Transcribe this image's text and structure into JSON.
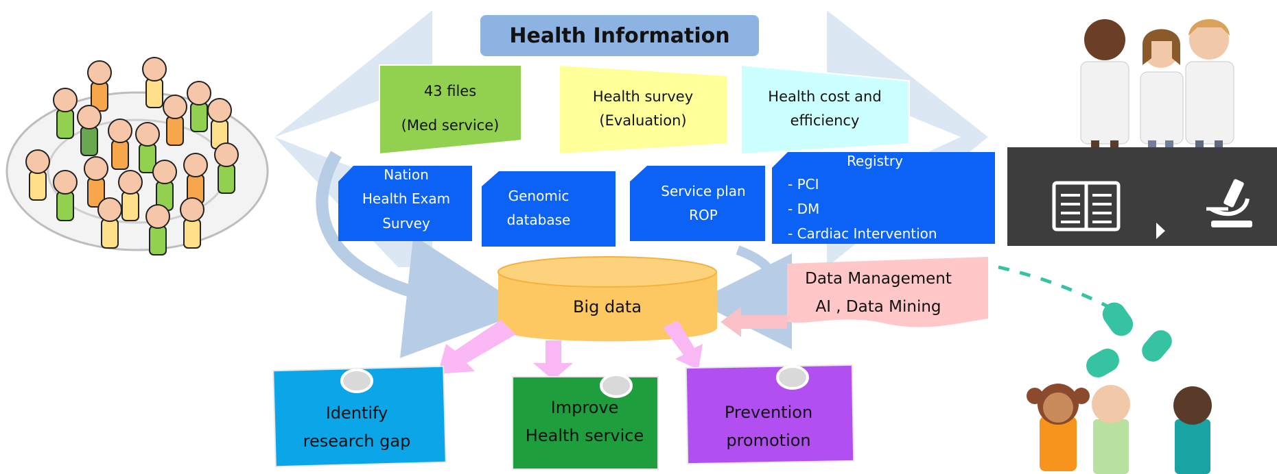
{
  "title": "Health Information",
  "top_boxes": [
    {
      "lines": [
        "43 files",
        "(Med service)"
      ],
      "color": "#92d050"
    },
    {
      "lines": [
        "Health  survey",
        "(Evaluation)"
      ],
      "color": "#ffff99"
    },
    {
      "lines": [
        "Health cost and",
        "efficiency"
      ],
      "color": "#ccffff"
    }
  ],
  "data_sources": [
    {
      "lines": [
        "Nation",
        "Health Exam",
        "Survey"
      ]
    },
    {
      "lines": [
        "Genomic",
        "database"
      ]
    },
    {
      "lines": [
        "Service plan",
        "ROP"
      ]
    }
  ],
  "registry": {
    "title": "Registry",
    "items": [
      "- PCI",
      "- DM",
      "- Cardiac Intervention"
    ]
  },
  "big_data": "Big data",
  "data_management": [
    "Data Management",
    "AI , Data Mining"
  ],
  "outcomes": [
    {
      "lines": [
        "Identify",
        "research gap"
      ],
      "color": "#0aa6e8"
    },
    {
      "lines": [
        "Improve",
        "Health service"
      ],
      "color": "#1f9e3d"
    },
    {
      "lines": [
        "Prevention",
        "promotion"
      ],
      "color": "#b24ff0"
    }
  ],
  "colors": {
    "title_bg": "#8db3e2",
    "source_blue": "#0b62f5",
    "cylinder": "#fdc761",
    "data_mgmt": "#ffc7c7",
    "pink_arrow": "#f9b8f3",
    "bg_arrow": "#dbe8f3",
    "panel_dark": "#3d3d3d",
    "capsule": "#36c3a2"
  },
  "icons": [
    "crowd-people-icon",
    "doctors-icon",
    "book-icon",
    "microscope-icon",
    "children-patients-icon",
    "capsule-icon"
  ]
}
